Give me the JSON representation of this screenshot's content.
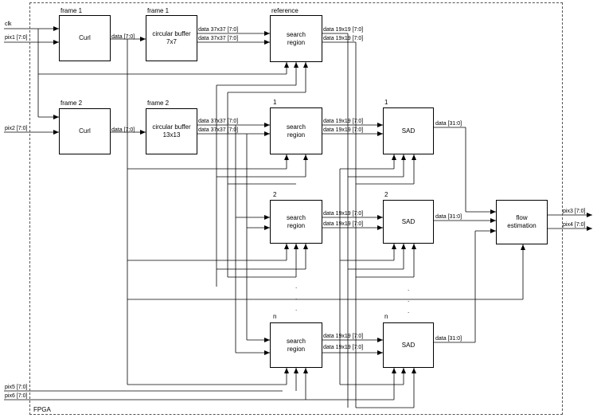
{
  "fpga_label": "FPGA",
  "signals": {
    "clk": "clk",
    "pix1": "pix1 [7:0]",
    "pix2": "pix2 [7:0]",
    "pix3": "pix3 [7:0]",
    "pix4": "pix4 [7:0]",
    "pix5": "pix5 [7:0]",
    "pix6": "pix6 [7:0]"
  },
  "titles": {
    "frame1_curl": "frame 1",
    "frame1_buffer": "frame 1",
    "reference": "reference",
    "frame2_curl": "frame 2",
    "frame2_buffer": "frame 2",
    "sr1": "1",
    "sad1": "1",
    "sr2": "2",
    "sad2": "2",
    "srn": "n",
    "sadn": "n"
  },
  "blocks": {
    "curl1": "Curl",
    "curl2": "Curl",
    "buf1_line1": "circular buffer",
    "buf1_line2": "7x7",
    "buf2_line1": "circular buffer",
    "buf2_line2": "13x13",
    "search_line1": "search",
    "search_line2": "region",
    "sad": "SAD",
    "flow_line1": "flow",
    "flow_line2": "estimation"
  },
  "wire_labels": {
    "data8": "data [7:0]",
    "data37": "data 37x37 [7:0]",
    "data19": "data 19x19 [7:0]",
    "data31": "data [31:0]"
  },
  "dots": "."
}
